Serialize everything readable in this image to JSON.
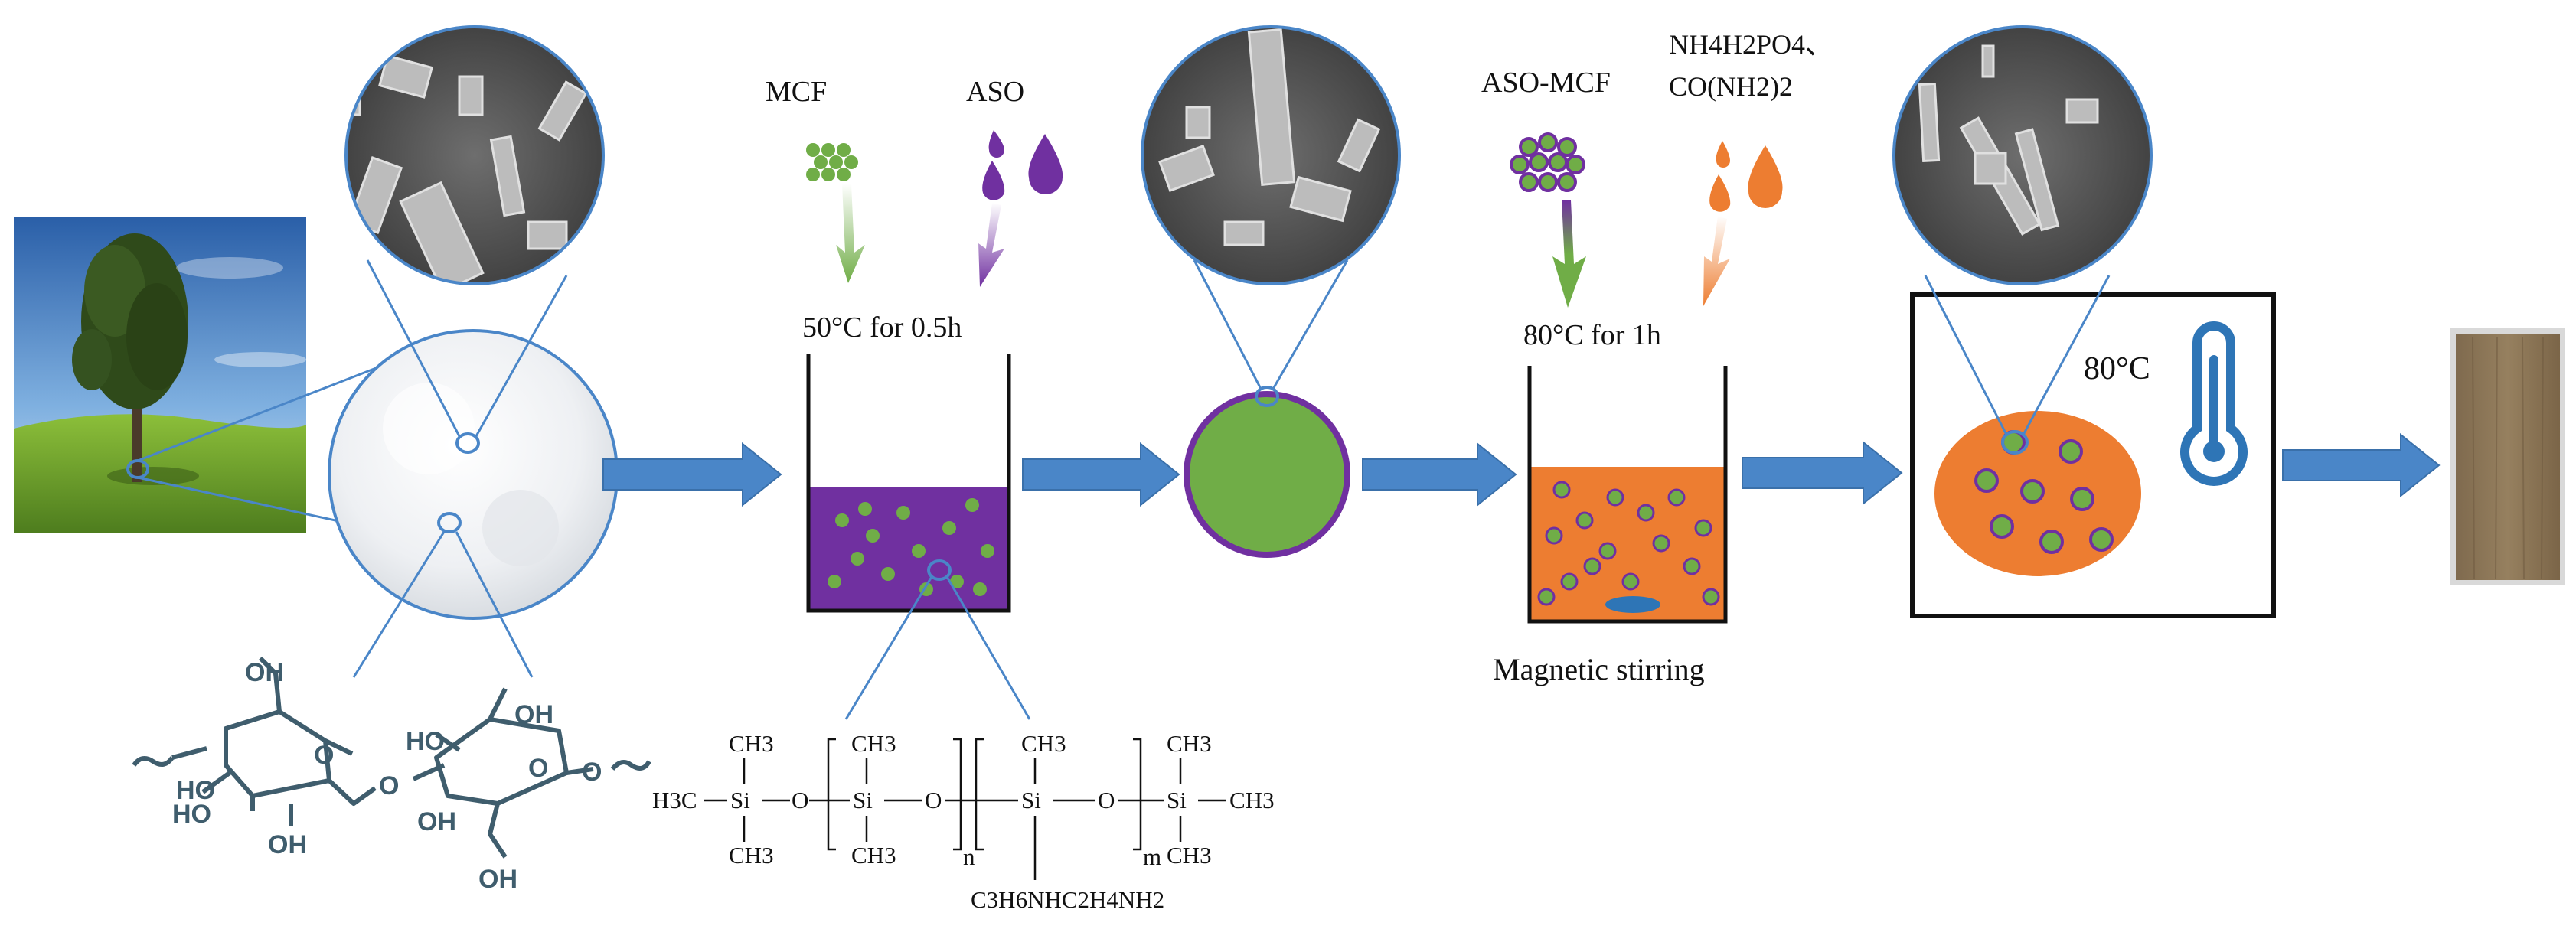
{
  "step1": {
    "mcf_label": "MCF",
    "aso_label": "ASO",
    "condition": "50°C for 0.5h"
  },
  "step2": {
    "aso_mcf_label": "ASO-MCF",
    "reagent_line1": "NH4H2PO4、",
    "reagent_line2": "CO(NH2)2",
    "condition": "80°C for 1h",
    "stirring_label": "Magnetic stirring"
  },
  "step3": {
    "temperature": "80°C"
  },
  "cellulose": {
    "oh": "OH",
    "ho": "HO",
    "o": "O"
  },
  "siloxane": {
    "ch3": "CH3",
    "si": "Si",
    "o": "O",
    "h3c": "H3C",
    "n": "n",
    "m": "m",
    "side_chain": "C3H6NHC2H4NH2"
  },
  "colors": {
    "arrow": "#4a86c8",
    "purple": "#7030a0",
    "green": "#70ad47",
    "orange": "#ed7d31",
    "cellulose_ink": "#3f5d6d",
    "thermometer": "#2e75b6"
  },
  "icons": [
    "tree-photo",
    "sem-micrograph",
    "powder-photo",
    "thermometer-icon",
    "wood-sample-photo",
    "droplet-icon"
  ]
}
